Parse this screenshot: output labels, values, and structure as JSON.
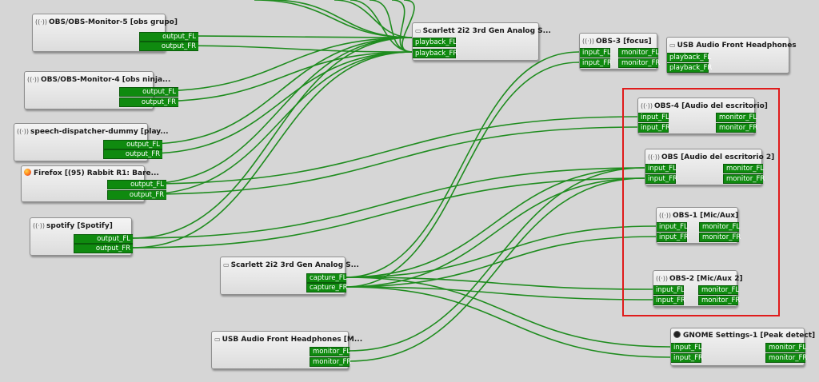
{
  "nodes": {
    "obs_monitor_5": {
      "icon": "sound-icon",
      "title": "OBS/OBS-Monitor-5 [obs grupo]",
      "ports": [
        "output_FL",
        "output_FR"
      ]
    },
    "obs_monitor_4": {
      "icon": "sound-icon",
      "title": "OBS/OBS-Monitor-4 [obs ninja...",
      "ports": [
        "output_FL",
        "output_FR"
      ]
    },
    "speech_dispatcher": {
      "icon": "sound-icon",
      "title": "speech-dispatcher-dummy [play...",
      "ports": [
        "output_FL",
        "output_FR"
      ]
    },
    "firefox": {
      "icon": "firefox-icon",
      "title": "Firefox [(95) Rabbit R1: Bare...",
      "ports": [
        "output_FL",
        "output_FR"
      ]
    },
    "spotify": {
      "icon": "sound-icon",
      "title": "spotify [Spotify]",
      "ports": [
        "output_FL",
        "output_FR"
      ]
    },
    "scarlett_playback": {
      "icon": "audio-device-icon",
      "title": "Scarlett 2i2 3rd Gen Analog S...",
      "ports": [
        "playback_FL",
        "playback_FR"
      ]
    },
    "scarlett_capture": {
      "icon": "audio-device-icon",
      "title": "Scarlett 2i2 3rd Gen Analog S...",
      "ports": [
        "capture_FL",
        "capture_FR"
      ]
    },
    "usb_monitor": {
      "icon": "audio-device-icon",
      "title": "USB Audio Front Headphones [M...",
      "ports": [
        "monitor_FL",
        "monitor_FR"
      ]
    },
    "obs3": {
      "icon": "sound-icon",
      "title": "OBS-3 [focus]",
      "in": [
        "input_FL",
        "input_FR"
      ],
      "out": [
        "monitor_FL",
        "monitor_FR"
      ]
    },
    "usb_headphones": {
      "icon": "audio-device-icon",
      "title": "USB Audio Front Headphones",
      "ports": [
        "playback_FL",
        "playback_FR"
      ]
    },
    "obs4": {
      "icon": "sound-icon",
      "title": "OBS-4 [Audio del escritorio]",
      "in": [
        "input_FL",
        "input_FR"
      ],
      "out": [
        "monitor_FL",
        "monitor_FR"
      ]
    },
    "obs": {
      "icon": "sound-icon",
      "title": "OBS [Audio del escritorio 2]",
      "in": [
        "input_FL",
        "input_FR"
      ],
      "out": [
        "monitor_FL",
        "monitor_FR"
      ]
    },
    "obs1": {
      "icon": "sound-icon",
      "title": "OBS-1 [Mic/Aux]",
      "in": [
        "input_FL",
        "input_FR"
      ],
      "out": [
        "monitor_FL",
        "monitor_FR"
      ]
    },
    "obs2": {
      "icon": "sound-icon",
      "title": "OBS-2 [Mic/Aux 2]",
      "in": [
        "input_FL",
        "input_FR"
      ],
      "out": [
        "monitor_FL",
        "monitor_FR"
      ]
    },
    "gnome": {
      "icon": "gnome-icon",
      "title": "GNOME Settings-1 [Peak detect]",
      "in": [
        "input_FL",
        "input_FR"
      ],
      "out": [
        "monitor_FL",
        "monitor_FR"
      ]
    }
  },
  "colors": {
    "link": "#1f8c1f",
    "port": "#0f8a0f",
    "selection": "#e01b1b",
    "canvas": "#d6d6d6"
  }
}
